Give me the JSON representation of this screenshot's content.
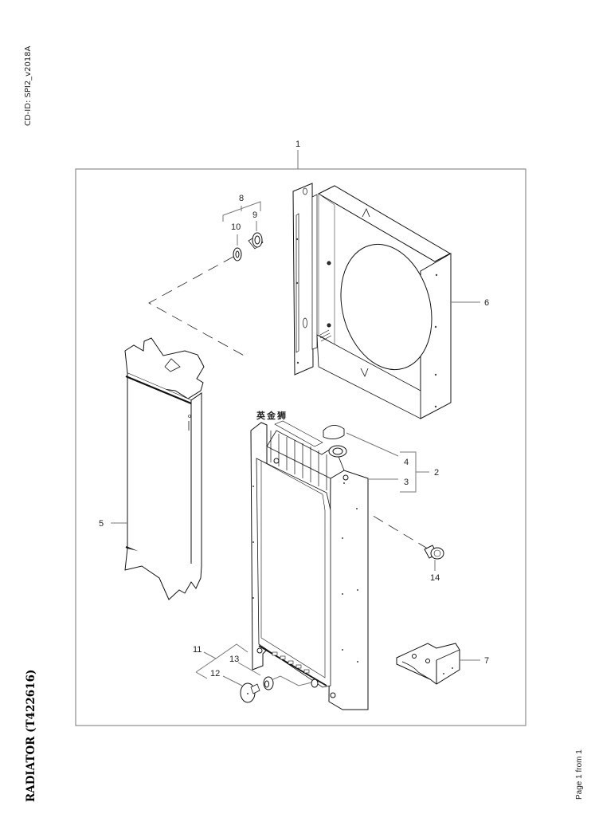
{
  "header": {
    "cd_id": "CD-ID: SPI2_v2018A"
  },
  "footer": {
    "title": "RADIATOR (T422616)",
    "page_indicator": "Page 1 from 1"
  },
  "watermark": "英金狮",
  "diagram": {
    "callouts": [
      {
        "id": "1",
        "label": "1",
        "part": "radiator-assembly"
      },
      {
        "id": "2",
        "label": "2",
        "part": "radiator-group"
      },
      {
        "id": "3",
        "label": "3",
        "part": "radiator-core"
      },
      {
        "id": "4",
        "label": "4",
        "part": "filler-cap"
      },
      {
        "id": "5",
        "label": "5",
        "part": "charge-air-cooler"
      },
      {
        "id": "6",
        "label": "6",
        "part": "fan-shroud"
      },
      {
        "id": "7",
        "label": "7",
        "part": "mounting-bracket"
      },
      {
        "id": "8",
        "label": "8",
        "part": "plug-kit-upper"
      },
      {
        "id": "9",
        "label": "9",
        "part": "plug-upper"
      },
      {
        "id": "10",
        "label": "10",
        "part": "seal-ring-upper"
      },
      {
        "id": "11",
        "label": "11",
        "part": "drain-plug-kit"
      },
      {
        "id": "12",
        "label": "12",
        "part": "drain-plug"
      },
      {
        "id": "13",
        "label": "13",
        "part": "seal-ring-lower"
      },
      {
        "id": "14",
        "label": "14",
        "part": "flange-bolt"
      }
    ]
  }
}
